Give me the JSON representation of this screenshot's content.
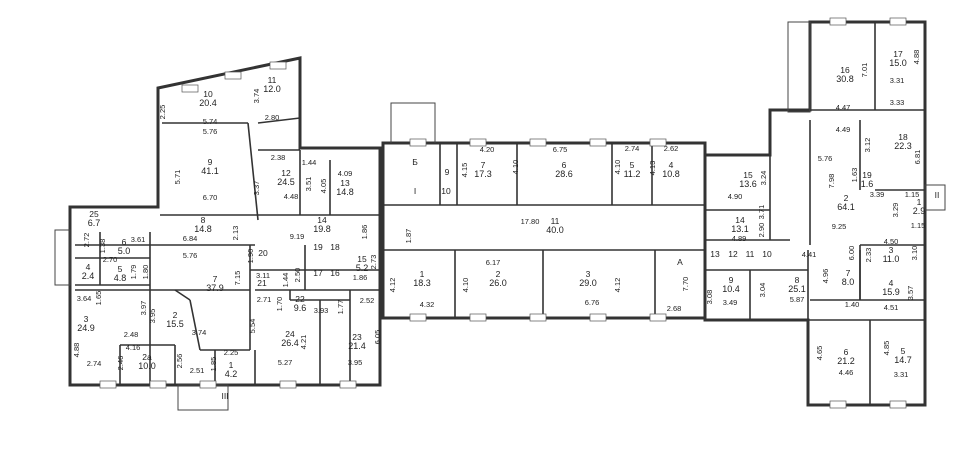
{
  "rooms": [
    {
      "id": "10",
      "area": "20.4"
    },
    {
      "id": "11",
      "area": "12.0"
    },
    {
      "id": "9",
      "area": "41.1"
    },
    {
      "id": "12",
      "area": "24.5"
    },
    {
      "id": "13",
      "area": "14.8"
    },
    {
      "id": "8",
      "area": "14.8"
    },
    {
      "id": "14",
      "area": "19.8"
    },
    {
      "id": "25",
      "area": "6.7"
    },
    {
      "id": "6",
      "area": "5.0"
    },
    {
      "id": "4",
      "area": "2.4"
    },
    {
      "id": "5",
      "area": "4.8"
    },
    {
      "id": "7",
      "area": "37.9"
    },
    {
      "id": "3",
      "area": "24.9"
    },
    {
      "id": "2",
      "area": "15.5"
    },
    {
      "id": "2a",
      "area": "10.0"
    },
    {
      "id": "1",
      "area": "4.2"
    },
    {
      "id": "20",
      "area": ""
    },
    {
      "id": "21",
      "area": ""
    },
    {
      "id": "22",
      "area": "9.6"
    },
    {
      "id": "24",
      "area": "26.4"
    },
    {
      "id": "23",
      "area": "21.4"
    },
    {
      "id": "19",
      "area": ""
    },
    {
      "id": "18",
      "area": ""
    },
    {
      "id": "17",
      "area": ""
    },
    {
      "id": "16",
      "area": ""
    },
    {
      "id": "15",
      "area": "5.2"
    },
    {
      "id": "Б",
      "area": ""
    },
    {
      "id": "9",
      "area": ""
    },
    {
      "id": "10",
      "area": ""
    },
    {
      "id": "I",
      "area": ""
    },
    {
      "id": "7",
      "area": "17.3"
    },
    {
      "id": "6",
      "area": "28.6"
    },
    {
      "id": "5",
      "area": "11.2"
    },
    {
      "id": "4",
      "area": "10.8"
    },
    {
      "id": "11",
      "area": "40.0"
    },
    {
      "id": "1",
      "area": "18.3"
    },
    {
      "id": "2",
      "area": "26.0"
    },
    {
      "id": "3",
      "area": "29.0"
    },
    {
      "id": "A",
      "area": ""
    },
    {
      "id": "16",
      "area": "30.8"
    },
    {
      "id": "17",
      "area": "15.0"
    },
    {
      "id": "18",
      "area": "22.3"
    },
    {
      "id": "19",
      "area": "1.6"
    },
    {
      "id": "15",
      "area": "13.6"
    },
    {
      "id": "2",
      "area": "64.1"
    },
    {
      "id": "1",
      "area": "2.9"
    },
    {
      "id": "14",
      "area": "13.1"
    },
    {
      "id": "13",
      "area": ""
    },
    {
      "id": "12",
      "area": ""
    },
    {
      "id": "11",
      "area": ""
    },
    {
      "id": "10",
      "area": ""
    },
    {
      "id": "9",
      "area": "10.4"
    },
    {
      "id": "8",
      "area": "25.1"
    },
    {
      "id": "7",
      "area": "8.0"
    },
    {
      "id": "3",
      "area": "11.0"
    },
    {
      "id": "4",
      "area": "15.9"
    },
    {
      "id": "6",
      "area": "21.2"
    },
    {
      "id": "5",
      "area": "14.7"
    }
  ],
  "dimensions": [
    "2.25",
    "5.74",
    "5.76",
    "3.74",
    "2.80",
    "5.71",
    "6.70",
    "2.38",
    "1.44",
    "3.37",
    "3.51",
    "4.05",
    "4.48",
    "4.09",
    "2.13",
    "9.19",
    "6.84",
    "3.61",
    "1.86",
    "2.72",
    "1.38",
    "2.70",
    "1.79",
    "1.80",
    "5.76",
    "3.64",
    "1.65",
    "3.97",
    "3.95",
    "7.15",
    "4.88",
    "2.48",
    "4.16",
    "2.46",
    "2.56",
    "2.74",
    "2.51",
    "2.25",
    "1.85",
    "3.74",
    "5.54",
    "2.71",
    "1.70",
    "3.93",
    "1.77",
    "2.52",
    "4.21",
    "6.05",
    "5.27",
    "3.95",
    "1.44",
    "2.50",
    "1.90",
    "2.73",
    "1.86",
    "3.11",
    "4.20",
    "4.15",
    "4.10",
    "6.75",
    "2.74",
    "4.10",
    "2.62",
    "4.13",
    "17.80",
    "1.87",
    "6.17",
    "4.12",
    "4.10",
    "4.32",
    "6.76",
    "4.12",
    "7.70",
    "2.68",
    "7.01",
    "3.31",
    "4.47",
    "3.33",
    "4.49",
    "3.12",
    "6.81",
    "5.76",
    "3.24",
    "7.98",
    "1.63",
    "3.39",
    "4.90",
    "3.71",
    "2.90",
    "9.25",
    "3.29",
    "1.15",
    "1.15",
    "4.88",
    "4.89",
    "4.41",
    "6.00",
    "2.33",
    "4.50",
    "3.10",
    "3.08",
    "3.49",
    "3.04",
    "5.87",
    "4.96",
    "1.40",
    "4.51",
    "3.57",
    "4.65",
    "4.46",
    "4.85",
    "3.31"
  ],
  "stairs": {
    "left_bottom": "III",
    "right": "II"
  }
}
